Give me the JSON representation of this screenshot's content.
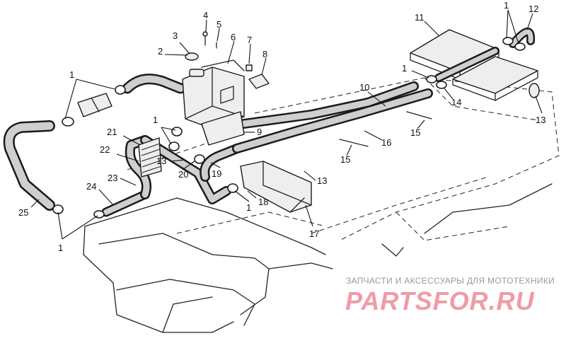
{
  "diagram": {
    "callouts": [
      {
        "id": "c-1a",
        "text": "1"
      },
      {
        "id": "c-1b",
        "text": "1"
      },
      {
        "id": "c-1c",
        "text": "1"
      },
      {
        "id": "c-1d",
        "text": "1"
      },
      {
        "id": "c-1e",
        "text": "1"
      },
      {
        "id": "c-1f",
        "text": "1"
      },
      {
        "id": "c-2",
        "text": "2"
      },
      {
        "id": "c-3",
        "text": "3"
      },
      {
        "id": "c-4",
        "text": "4"
      },
      {
        "id": "c-5",
        "text": "5"
      },
      {
        "id": "c-6",
        "text": "6"
      },
      {
        "id": "c-7",
        "text": "7"
      },
      {
        "id": "c-8",
        "text": "8"
      },
      {
        "id": "c-9",
        "text": "9"
      },
      {
        "id": "c-10",
        "text": "10"
      },
      {
        "id": "c-11",
        "text": "11"
      },
      {
        "id": "c-12",
        "text": "12"
      },
      {
        "id": "c-13a",
        "text": "13"
      },
      {
        "id": "c-13b",
        "text": "13"
      },
      {
        "id": "c-13c",
        "text": "13"
      },
      {
        "id": "c-14",
        "text": "14"
      },
      {
        "id": "c-15a",
        "text": "15"
      },
      {
        "id": "c-15b",
        "text": "15"
      },
      {
        "id": "c-16",
        "text": "16"
      },
      {
        "id": "c-17",
        "text": "17"
      },
      {
        "id": "c-18",
        "text": "18"
      },
      {
        "id": "c-19",
        "text": "19"
      },
      {
        "id": "c-20",
        "text": "20"
      },
      {
        "id": "c-21",
        "text": "21"
      },
      {
        "id": "c-22",
        "text": "22"
      },
      {
        "id": "c-23",
        "text": "23"
      },
      {
        "id": "c-24",
        "text": "24"
      },
      {
        "id": "c-25",
        "text": "25"
      }
    ]
  },
  "watermark": {
    "caption": "ЗАПЧАСТИ И АКСЕССУАРЫ ДЛЯ МОТОТЕХНИКИ",
    "brand": "PARTSFOR.RU",
    "color": "#ef9ba6"
  }
}
